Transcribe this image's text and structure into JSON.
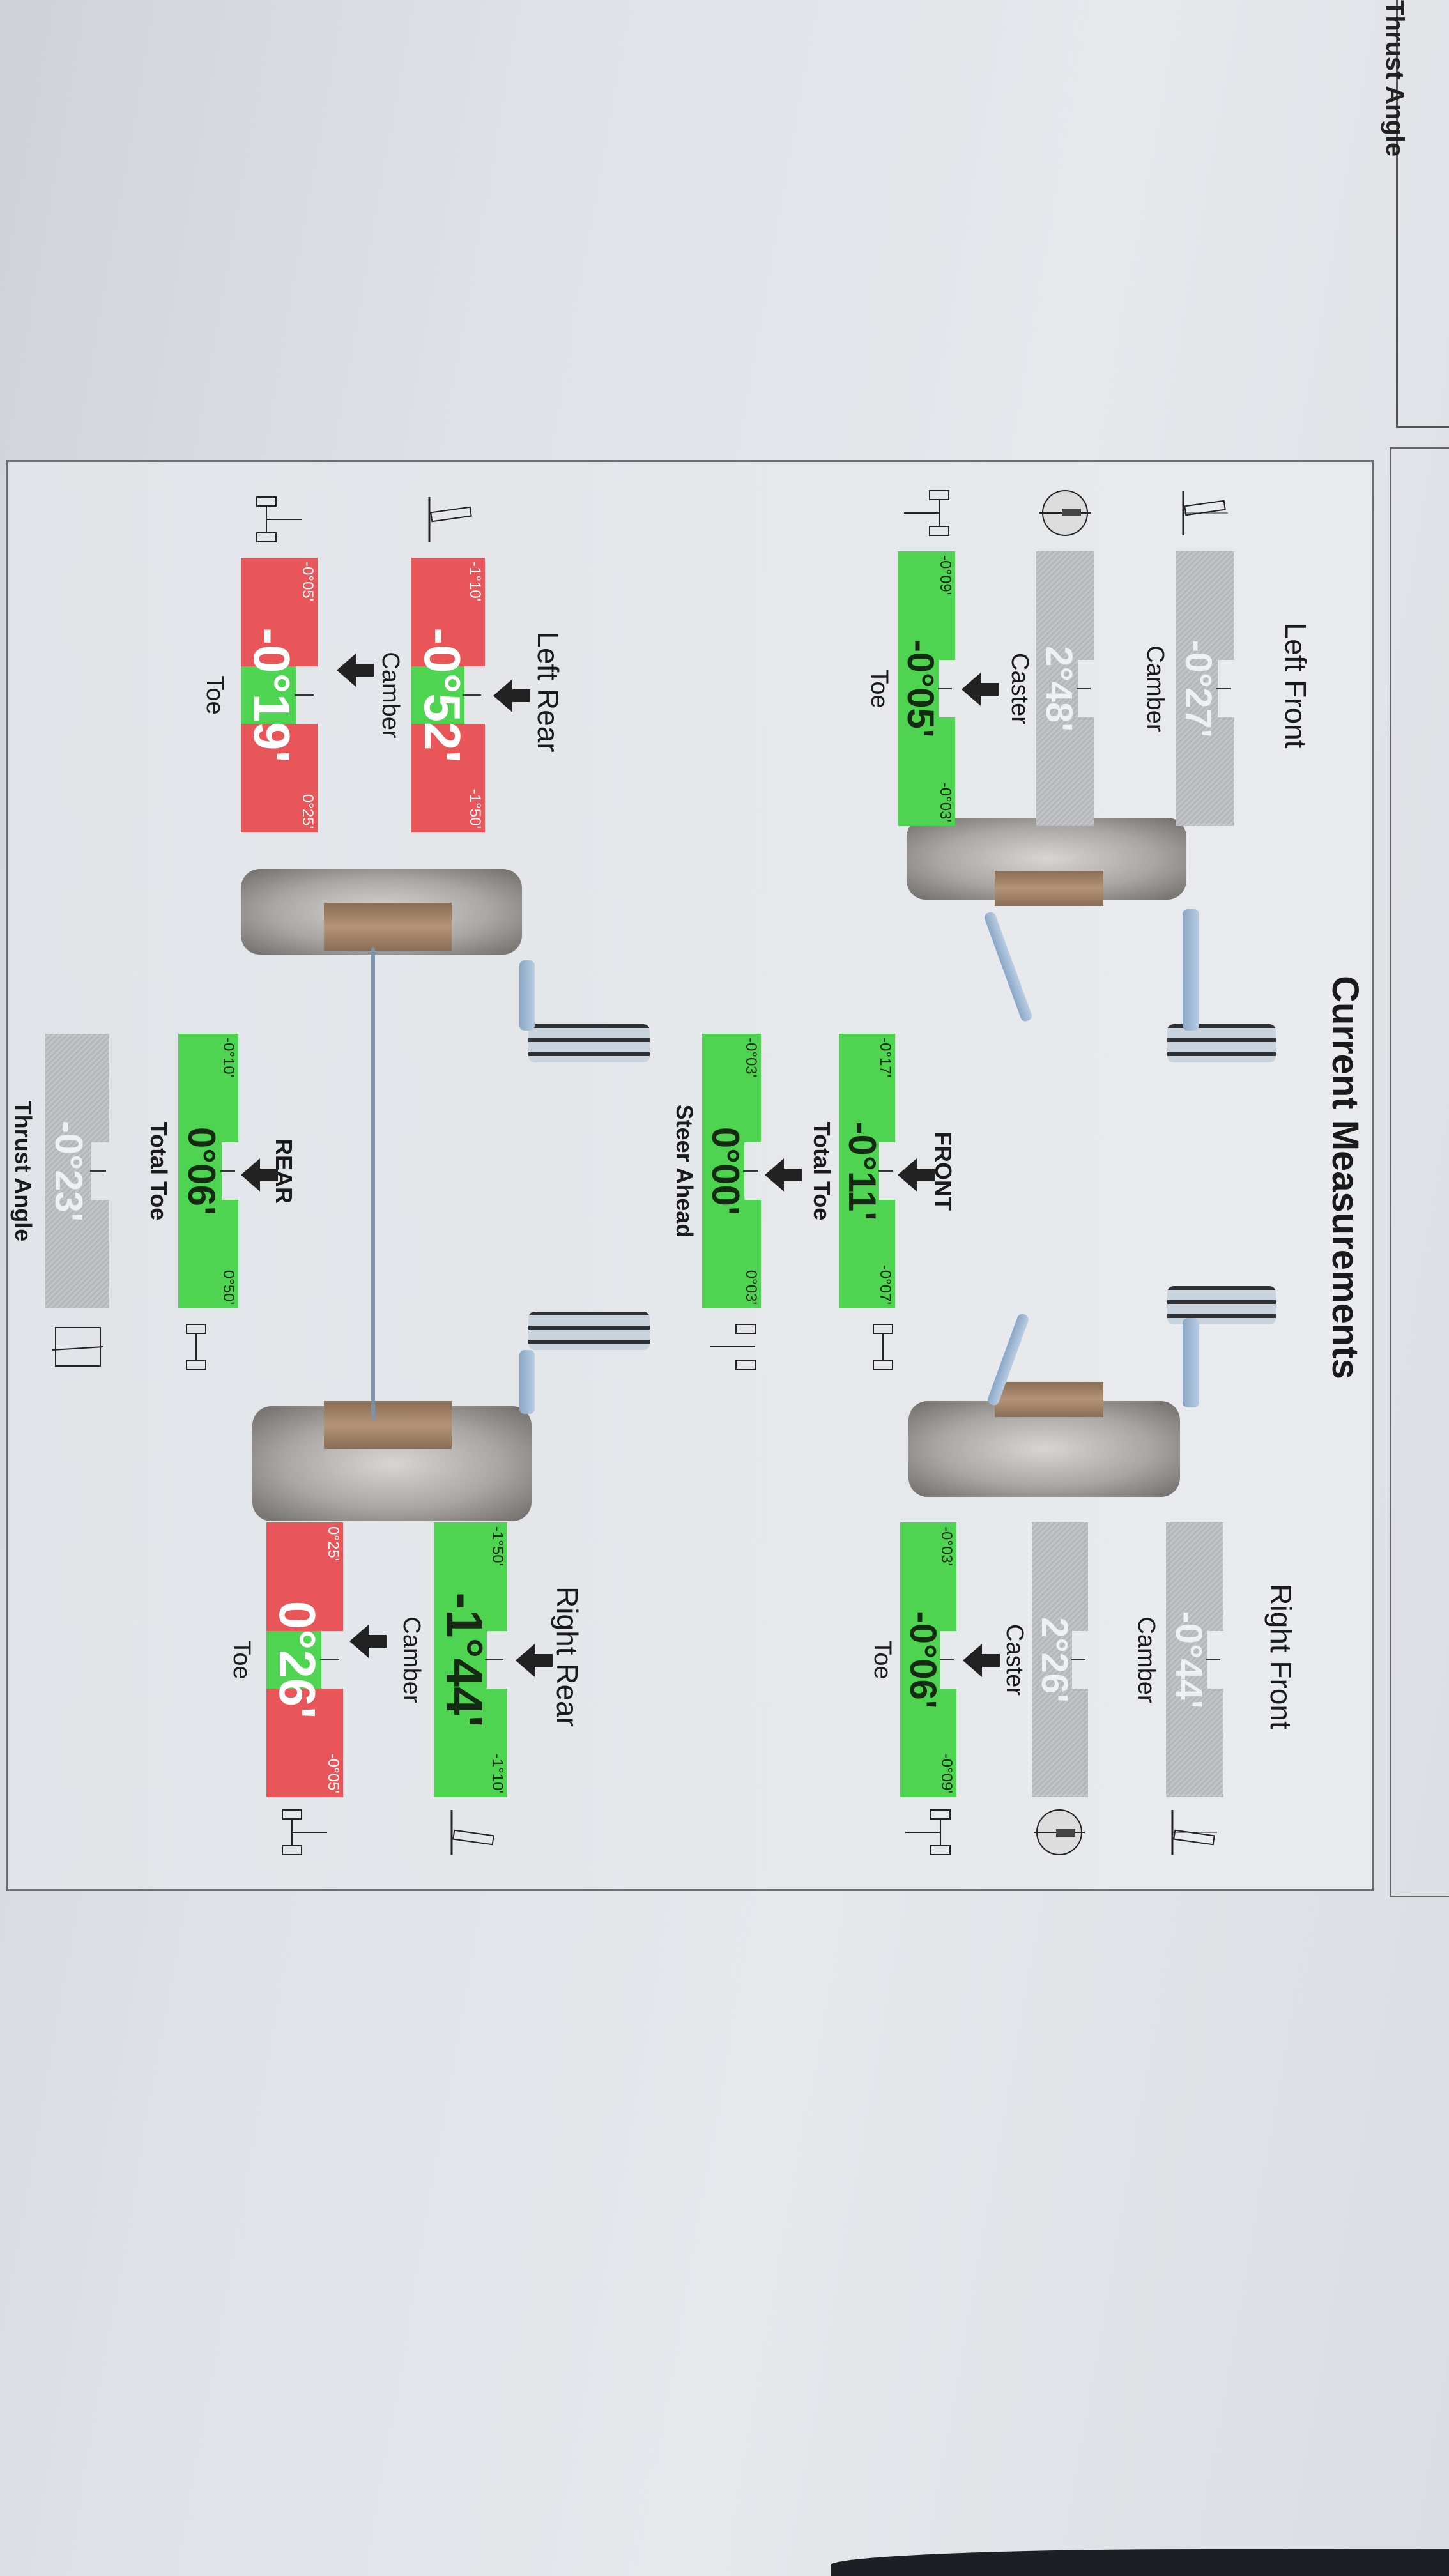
{
  "previous_page": {
    "label": "Thrust Angle"
  },
  "title": "Current Measurements",
  "colors": {
    "in_spec": "#4fd452",
    "out_of_spec": "#e8565a",
    "display_only": "#b8babe"
  },
  "wheels": {
    "left_front": {
      "title": "Left Front",
      "camber": {
        "label": "Camber",
        "value": "-0°27'",
        "min": "",
        "max": "",
        "status": "grey"
      },
      "caster": {
        "label": "Caster",
        "value": "2°48'",
        "min": "",
        "max": "",
        "status": "grey"
      },
      "toe": {
        "label": "Toe",
        "value": "-0°05'",
        "min": "-0°09'",
        "max": "-0°03'",
        "status": "green"
      }
    },
    "right_front": {
      "title": "Right Front",
      "camber": {
        "label": "Camber",
        "value": "-0°44'",
        "min": "",
        "max": "",
        "status": "grey"
      },
      "caster": {
        "label": "Caster",
        "value": "2°26'",
        "min": "",
        "max": "",
        "status": "grey"
      },
      "toe": {
        "label": "Toe",
        "value": "-0°06'",
        "min": "-0°03'",
        "max": "-0°09'",
        "status": "green"
      }
    },
    "left_rear": {
      "title": "Left Rear",
      "camber": {
        "label": "Camber",
        "value": "-0°52'",
        "min": "-1°10'",
        "max": "-1°50'",
        "status": "red"
      },
      "toe": {
        "label": "Toe",
        "value": "-0°19'",
        "min": "-0°05'",
        "max": "0°25'",
        "status": "red"
      }
    },
    "right_rear": {
      "title": "Right Rear",
      "camber": {
        "label": "Camber",
        "value": "-1°44'",
        "min": "-1°50'",
        "max": "-1°10'",
        "status": "green"
      },
      "toe": {
        "label": "Toe",
        "value": "0°26'",
        "min": "0°25'",
        "max": "-0°05'",
        "status": "red"
      }
    }
  },
  "center": {
    "front": {
      "heading": "FRONT",
      "label": "Total Toe",
      "value": "-0°11'",
      "min": "-0°17'",
      "max": "-0°07'",
      "status": "green"
    },
    "steer_ahead": {
      "label": "Steer Ahead",
      "value": "0°00'",
      "min": "-0°03'",
      "max": "0°03'",
      "status": "green"
    },
    "rear": {
      "heading": "REAR",
      "label": "Total Toe",
      "value": "0°06'",
      "min": "-0°10'",
      "max": "0°50'",
      "status": "green"
    },
    "thrust_angle": {
      "label": "Thrust Angle",
      "value": "-0°23'",
      "min": "",
      "max": "",
      "status": "grey"
    }
  }
}
